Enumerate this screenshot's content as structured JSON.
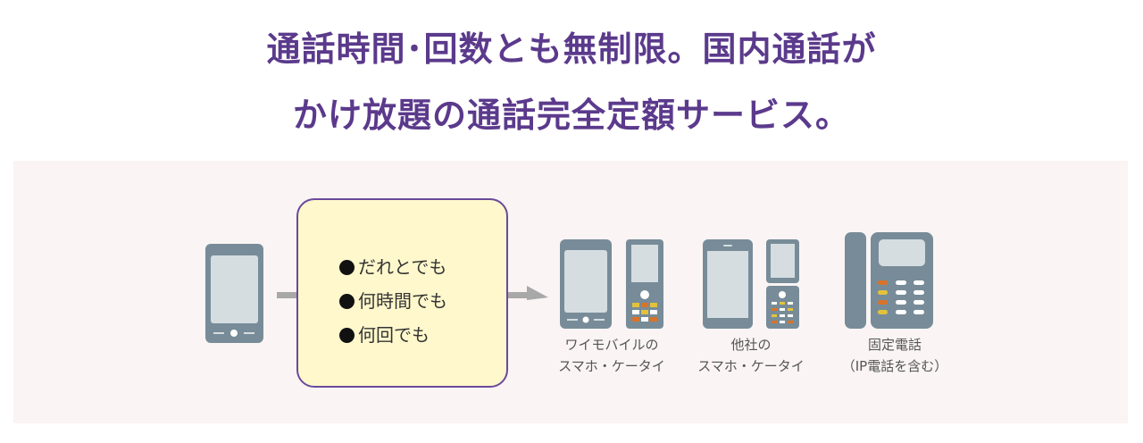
{
  "headline": {
    "line1": "通話時間･回数とも無制限。国内通話が",
    "line2": "かけ放題の通話完全定額サービス。"
  },
  "features": [
    "だれとでも",
    "何時間でも",
    "何回でも"
  ],
  "destinations": [
    {
      "line1": "ワイモバイルの",
      "line2": "スマホ・ケータイ"
    },
    {
      "line1": "他社の",
      "line2": "スマホ・ケータイ"
    },
    {
      "line1": "固定電話",
      "line2": "（IP電話を含む）"
    }
  ],
  "colors": {
    "title": "#5b3a8c",
    "device": "#778c98",
    "screen": "#d5dde0",
    "box_bg": "#fff8cc",
    "box_border": "#6a4a9a",
    "panel": "#faf4f4"
  }
}
